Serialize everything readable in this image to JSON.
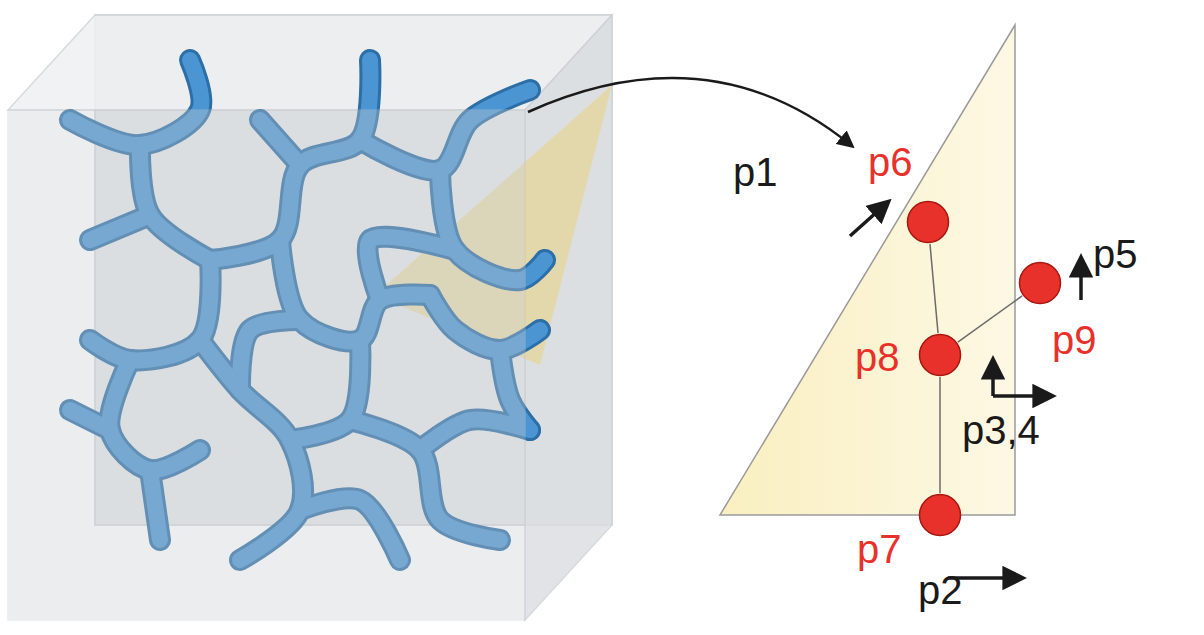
{
  "diagram": {
    "nodes": [
      {
        "text": [
          "p6"
        ]
      },
      {
        "text": [
          "p9"
        ]
      },
      {
        "text": [
          "p8"
        ]
      },
      {
        "text": [
          "p7"
        ]
      }
    ],
    "edges": [
      {
        "from": 0,
        "to": 2,
        "arrow": "none"
      },
      {
        "from": 2,
        "to": 3,
        "arrow": "none"
      },
      {
        "from": 2,
        "to": 1,
        "arrow": "none"
      }
    ],
    "labels": [
      "p1",
      "p5",
      "p3,4",
      "p2"
    ]
  }
}
